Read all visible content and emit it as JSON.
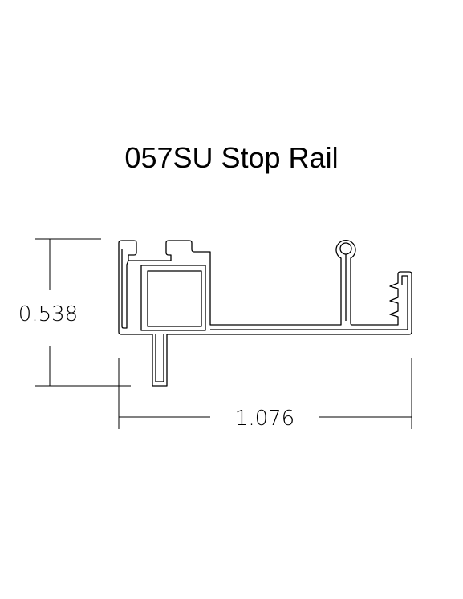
{
  "drawing": {
    "title": "057SU Stop Rail",
    "height_dimension": "0.538",
    "width_dimension": "1.076"
  },
  "colors": {
    "background": "#ffffff",
    "line": "#000000"
  }
}
